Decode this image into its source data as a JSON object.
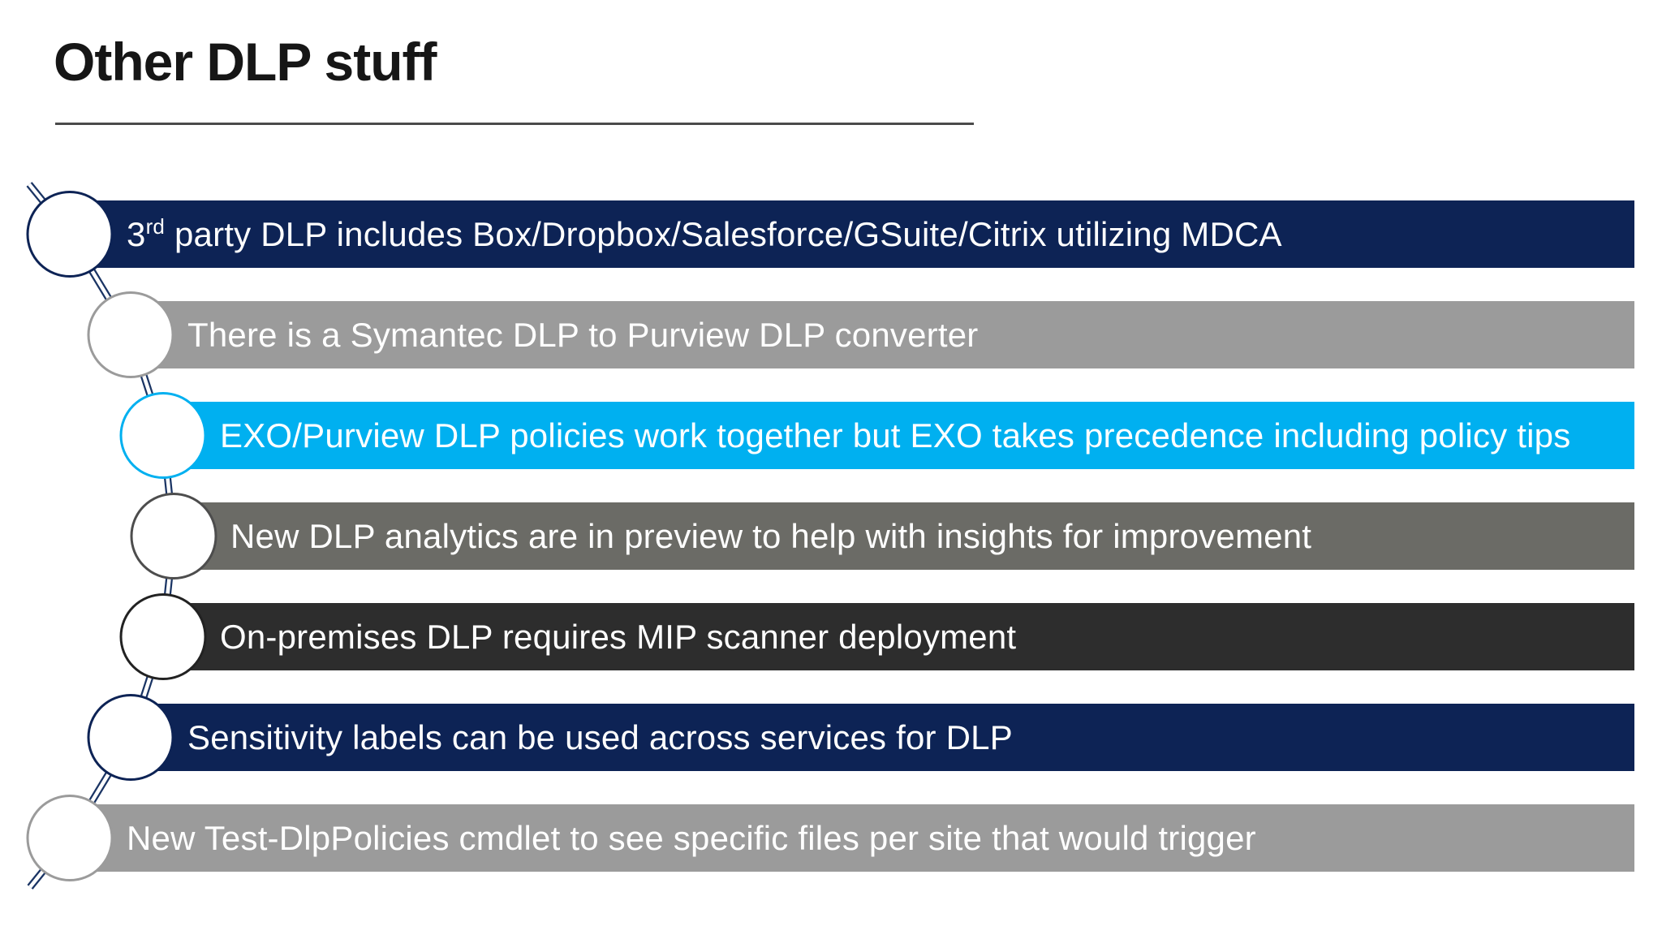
{
  "title": "Other DLP stuff",
  "bars": [
    {
      "pre": "3",
      "sup": "rd",
      "rest": " party DLP includes Box/Dropbox/Salesforce/GSuite/Citrix utilizing MDCA",
      "color": "#0D2355",
      "circle_color": "#0D2355"
    },
    {
      "text": "There is a Symantec DLP to Purview DLP converter",
      "color": "#9B9B9B",
      "circle_color": "#9B9B9B"
    },
    {
      "text": "EXO/Purview DLP policies work together but EXO takes precedence including policy tips",
      "color": "#00B0F0",
      "circle_color": "#00B0F0"
    },
    {
      "text": "New DLP analytics are in preview to help with insights for improvement",
      "color": "#6B6B66",
      "circle_color": "#4D4D4D"
    },
    {
      "text": "On-premises DLP requires MIP scanner deployment",
      "color": "#2D2D2D",
      "circle_color": "#222222"
    },
    {
      "text": "Sensitivity labels can be used across services for DLP",
      "color": "#0D2355",
      "circle_color": "#0D2355"
    },
    {
      "text": "New Test-DlpPolicies cmdlet to see specific files per site that would trigger",
      "color": "#9B9B9B",
      "circle_color": "#9B9B9B"
    }
  ],
  "chain": {
    "connector_color": "#1A3464",
    "circle_fill": "#FFFFFF"
  },
  "text_color": "#FFFFFF",
  "title_color": "#161616"
}
